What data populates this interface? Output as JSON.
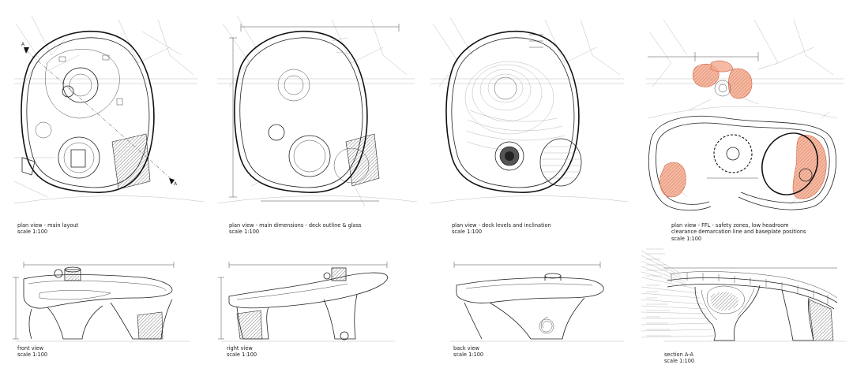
{
  "drawings": {
    "plan_main_layout": {
      "title": "plan view - main layout",
      "scale": "scale 1:100"
    },
    "plan_main_dimensions": {
      "title": "plan view - main dimensions - deck outline & glass",
      "scale": "scale 1:100"
    },
    "plan_deck_levels": {
      "title": "plan view - deck levels and inclination",
      "scale": "scale 1:100"
    },
    "plan_ffl": {
      "title_line1": "plan view - FFL - safety zones, low headroom",
      "title_line2": "clearance demarcation line and baseplate positions",
      "scale": "scale 1:100"
    },
    "front_view": {
      "title": "front view",
      "scale": "scale 1:100"
    },
    "right_view": {
      "title": "right view",
      "scale": "scale 1:100"
    },
    "back_view": {
      "title": "back view",
      "scale": "scale 1:100"
    },
    "section_aa": {
      "title": "section A-A",
      "scale": "scale 1:100"
    }
  },
  "section_marks": {
    "left": "A",
    "right": "A"
  },
  "colors": {
    "line": "#222222",
    "safety_zone": "#f2a98c",
    "safety_zone_stroke": "#d0603f",
    "grid": "#bdbdbd"
  }
}
